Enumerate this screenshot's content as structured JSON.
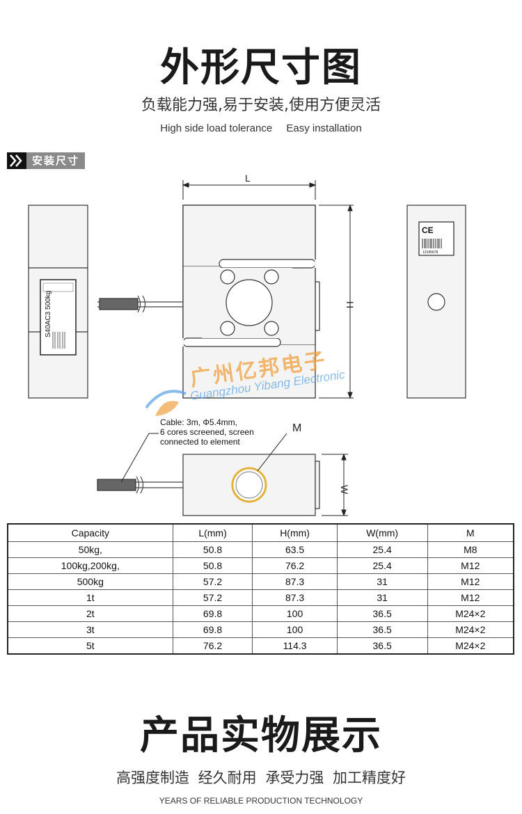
{
  "header": {
    "title": "外形尺寸图",
    "subtitle": "负载能力强,易于安装,使用方便灵活",
    "en_features": [
      "High side load tolerance",
      "Easy installation"
    ]
  },
  "section_tag": "安装尺寸",
  "diagram": {
    "label_L": "L",
    "label_H": "H",
    "label_W": "W",
    "label_M": "M",
    "side_label_model": "S40AC3 500kg",
    "ce_mark": "CE",
    "barcode_number": "12345678",
    "cable_note": [
      "Cable: 3m, Φ5.4mm,",
      "6 cores screened, screen",
      "connected to element"
    ]
  },
  "watermark": {
    "company_cn": "广州亿邦电子",
    "company_en": "Guangzhou Yibang Electronic"
  },
  "spec_table": {
    "headers": [
      "Capacity",
      "L(mm)",
      "H(mm)",
      "W(mm)",
      "M"
    ],
    "rows": [
      [
        "50kg,",
        "50.8",
        "63.5",
        "25.4",
        "M8"
      ],
      [
        "100kg,200kg,",
        "50.8",
        "76.2",
        "25.4",
        "M12"
      ],
      [
        "500kg",
        "57.2",
        "87.3",
        "31",
        "M12"
      ],
      [
        "1t",
        "57.2",
        "87.3",
        "31",
        "M12"
      ],
      [
        "2t",
        "69.8",
        "100",
        "36.5",
        "M24×2"
      ],
      [
        "3t",
        "69.8",
        "100",
        "36.5",
        "M24×2"
      ],
      [
        "5t",
        "76.2",
        "114.3",
        "36.5",
        "M24×2"
      ]
    ]
  },
  "footer": {
    "title": "产品实物展示",
    "subtitle_parts": [
      "高强度制造",
      "经久耐用",
      "承受力强",
      "加工精度好"
    ],
    "tagline": "YEARS OF RELIABLE PRODUCTION TECHNOLOGY"
  },
  "colors": {
    "accent_dark": "#111111",
    "tag_gray": "#8a8a8a",
    "ring_gold": "#e2b23a",
    "watermark_orange": "#f0a040",
    "watermark_blue": "#5aa0e0"
  }
}
